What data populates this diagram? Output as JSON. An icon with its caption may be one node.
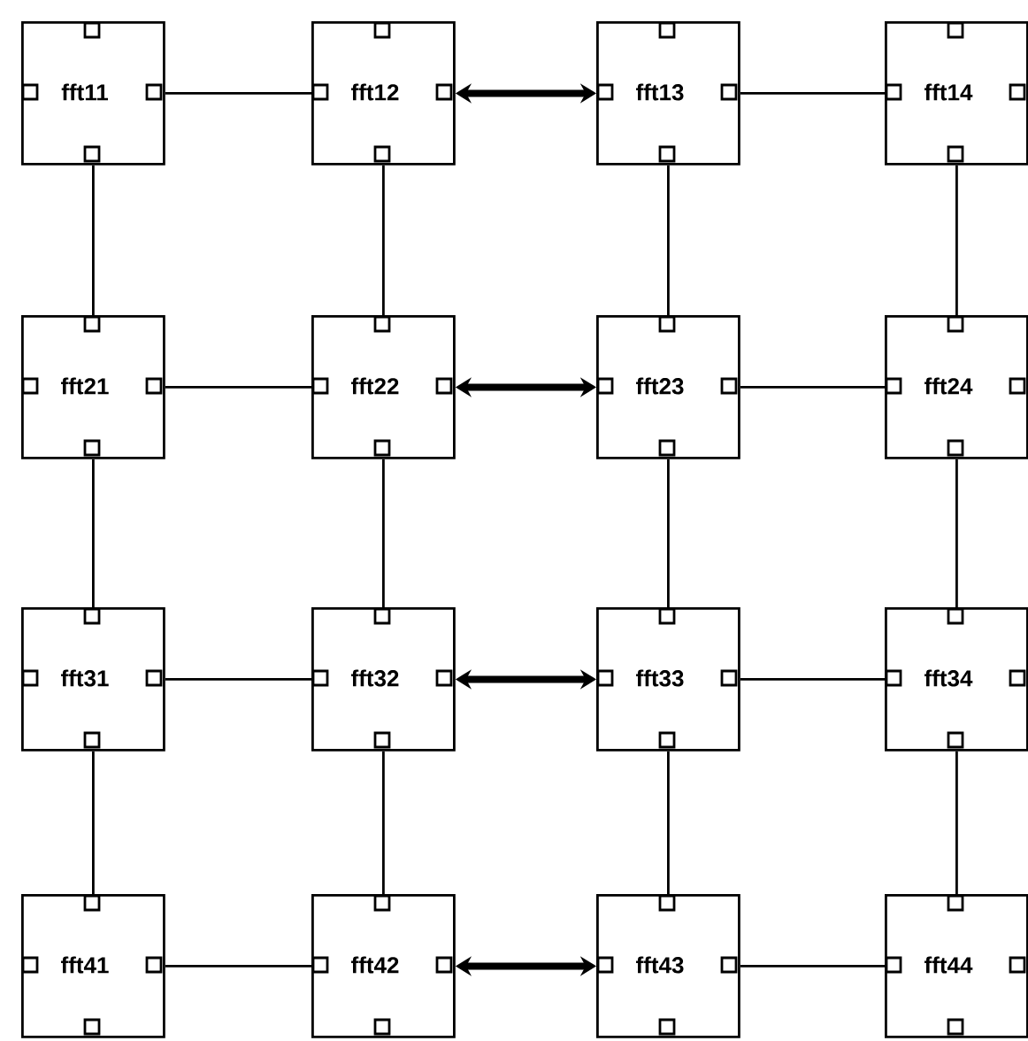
{
  "diagram": {
    "nodes": [
      {
        "text": [
          "fft11"
        ]
      },
      {
        "text": [
          "fft12"
        ]
      },
      {
        "text": [
          "fft13"
        ]
      },
      {
        "text": [
          "fft14"
        ]
      },
      {
        "text": [
          "fft21"
        ]
      },
      {
        "text": [
          "fft22"
        ]
      },
      {
        "text": [
          "fft23"
        ]
      },
      {
        "text": [
          "fft24"
        ]
      },
      {
        "text": [
          "fft31"
        ]
      },
      {
        "text": [
          "fft32"
        ]
      },
      {
        "text": [
          "fft33"
        ]
      },
      {
        "text": [
          "fft34"
        ]
      },
      {
        "text": [
          "fft41"
        ]
      },
      {
        "text": [
          "fft42"
        ]
      },
      {
        "text": [
          "fft43"
        ]
      },
      {
        "text": [
          "fft44"
        ]
      }
    ],
    "edges": [
      {
        "from": 0,
        "to": 1,
        "arrow": "none"
      },
      {
        "from": 1,
        "to": 2,
        "arrow": "both",
        "style": "thick"
      },
      {
        "from": 2,
        "to": 3,
        "arrow": "none"
      },
      {
        "from": 4,
        "to": 5,
        "arrow": "none"
      },
      {
        "from": 5,
        "to": 6,
        "arrow": "both",
        "style": "thick"
      },
      {
        "from": 6,
        "to": 7,
        "arrow": "none"
      },
      {
        "from": 8,
        "to": 9,
        "arrow": "none"
      },
      {
        "from": 9,
        "to": 10,
        "arrow": "both",
        "style": "thick"
      },
      {
        "from": 10,
        "to": 11,
        "arrow": "none"
      },
      {
        "from": 12,
        "to": 13,
        "arrow": "none"
      },
      {
        "from": 13,
        "to": 14,
        "arrow": "both",
        "style": "thick"
      },
      {
        "from": 14,
        "to": 15,
        "arrow": "none"
      },
      {
        "from": 0,
        "to": 4,
        "arrow": "none"
      },
      {
        "from": 1,
        "to": 5,
        "arrow": "none"
      },
      {
        "from": 2,
        "to": 6,
        "arrow": "none"
      },
      {
        "from": 3,
        "to": 7,
        "arrow": "none"
      },
      {
        "from": 4,
        "to": 8,
        "arrow": "none"
      },
      {
        "from": 5,
        "to": 9,
        "arrow": "none"
      },
      {
        "from": 6,
        "to": 10,
        "arrow": "none"
      },
      {
        "from": 7,
        "to": 11,
        "arrow": "none"
      },
      {
        "from": 8,
        "to": 12,
        "arrow": "none"
      },
      {
        "from": 9,
        "to": 13,
        "arrow": "none"
      },
      {
        "from": 10,
        "to": 14,
        "arrow": "none"
      },
      {
        "from": 11,
        "to": 15,
        "arrow": "none"
      }
    ]
  }
}
